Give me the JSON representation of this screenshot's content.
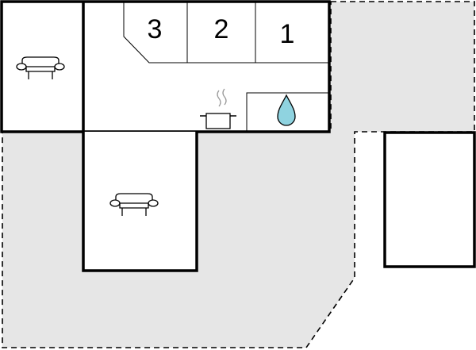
{
  "floorplan": {
    "colors": {
      "outdoor_area": "#e6e6e6",
      "room_fill": "#ffffff",
      "wall": "#000000",
      "water_drop": "#8fd3e0"
    },
    "bedrooms": [
      {
        "number": "3",
        "icon": "bedroom-number"
      },
      {
        "number": "2",
        "icon": "bedroom-number"
      },
      {
        "number": "1",
        "icon": "bedroom-number"
      }
    ],
    "icons": {
      "living_room_top": "armchair-icon",
      "living_room_bottom": "armchair-icon",
      "kitchen": "cooking-pot-icon",
      "bathroom": "water-drop-icon"
    }
  }
}
